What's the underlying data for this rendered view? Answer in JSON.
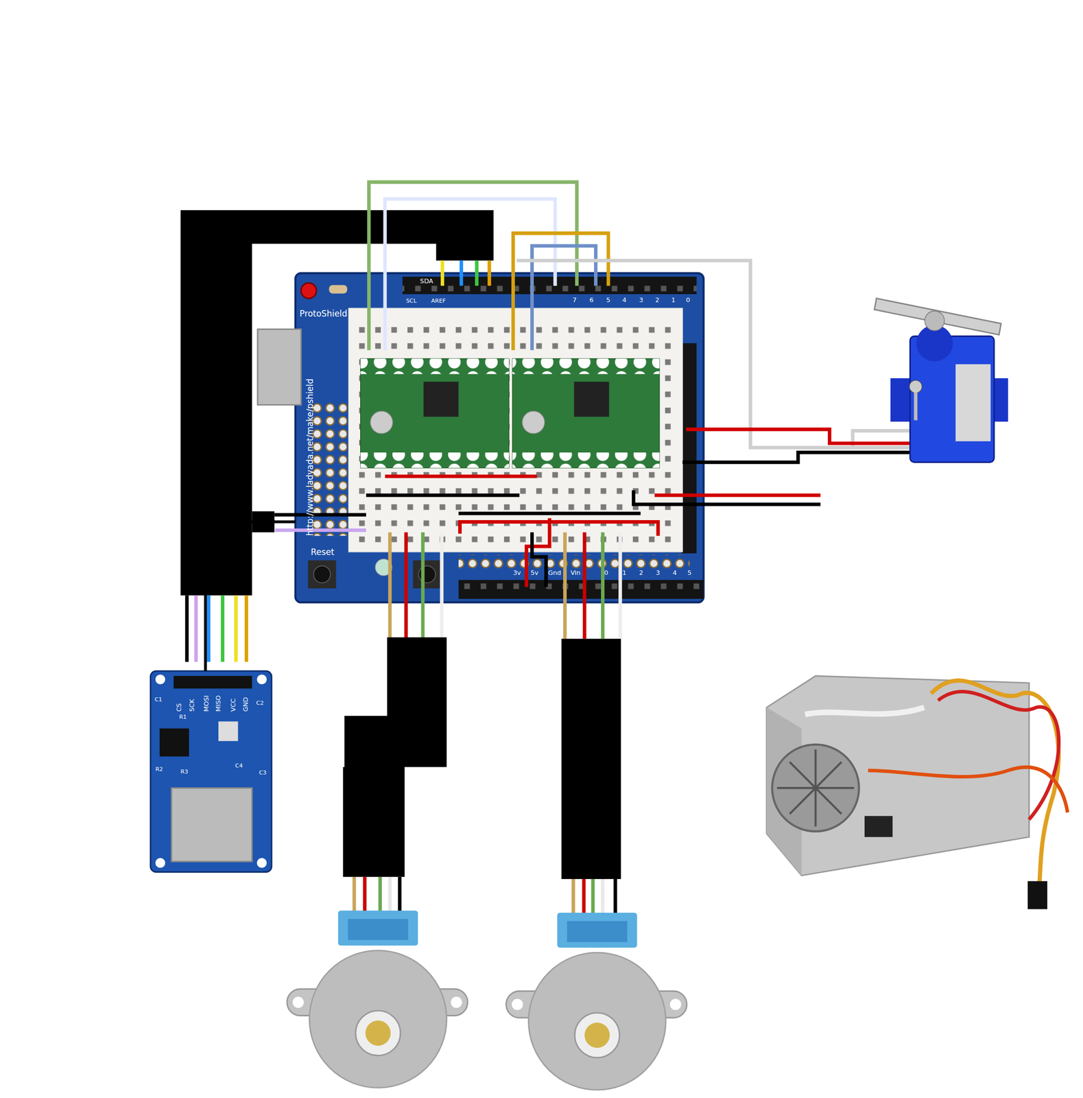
{
  "diagram": {
    "nodes": [
      {
        "text": [
          "ProtoShield",
          "http://www.ladyada.net/make/pshield",
          "Reset"
        ]
      },
      {
        "text": [
          "CS",
          "SCK",
          "MOSI",
          "MISO",
          "VCC",
          "GND"
        ]
      }
    ],
    "edges": [
      {
        "from": 1,
        "to": 0,
        "arrow": "none"
      }
    ],
    "labels": [
      "SDA",
      "SCL",
      "AREF",
      "7",
      "6",
      "5",
      "4",
      "3",
      "2",
      "1",
      "0",
      "3v",
      "5v",
      "Gnd",
      "Vin",
      "0",
      "1",
      "2",
      "3",
      "4",
      "5",
      "C1",
      "R1",
      "R2",
      "R3",
      "C2",
      "C3",
      "C4"
    ]
  }
}
